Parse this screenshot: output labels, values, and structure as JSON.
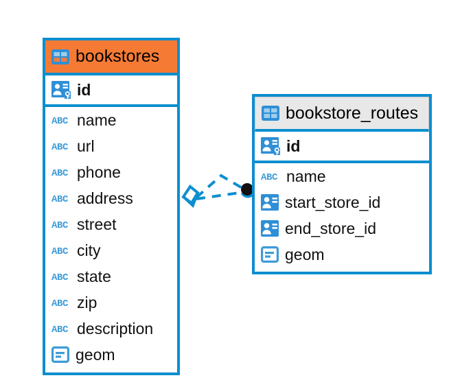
{
  "diagram": {
    "type": "er-diagram",
    "background": "#ffffff",
    "accent_color": "#0d8ecf",
    "highlight_color": "#f57b35",
    "header_gray": "#e8e8e8"
  },
  "entities": [
    {
      "name": "bookstores",
      "header_icon": "table-icon",
      "header_style": "highlighted",
      "fields": [
        {
          "name": "id",
          "icon": "primary-key-icon"
        },
        {
          "name": "name",
          "icon": "abc-text-icon"
        },
        {
          "name": "url",
          "icon": "abc-text-icon"
        },
        {
          "name": "phone",
          "icon": "abc-text-icon"
        },
        {
          "name": "address",
          "icon": "abc-text-icon"
        },
        {
          "name": "street",
          "icon": "abc-text-icon"
        },
        {
          "name": "city",
          "icon": "abc-text-icon"
        },
        {
          "name": "state",
          "icon": "abc-text-icon"
        },
        {
          "name": "zip",
          "icon": "abc-text-icon"
        },
        {
          "name": "description",
          "icon": "abc-text-icon"
        },
        {
          "name": "geom",
          "icon": "geometry-icon"
        }
      ]
    },
    {
      "name": "bookstore_routes",
      "header_icon": "table-icon",
      "header_style": "plain",
      "fields": [
        {
          "name": "id",
          "icon": "primary-key-icon"
        },
        {
          "name": "name",
          "icon": "abc-text-icon"
        },
        {
          "name": "start_store_id",
          "icon": "foreign-key-icon"
        },
        {
          "name": "end_store_id",
          "icon": "foreign-key-icon"
        },
        {
          "name": "geom",
          "icon": "geometry-icon"
        }
      ]
    }
  ],
  "relationship": {
    "style": "dashed",
    "color": "#0d8ecf",
    "source_marker": "diamond",
    "target_marker": "filled-circle",
    "source_entity": "bookstores",
    "target_entity": "bookstore_routes"
  }
}
